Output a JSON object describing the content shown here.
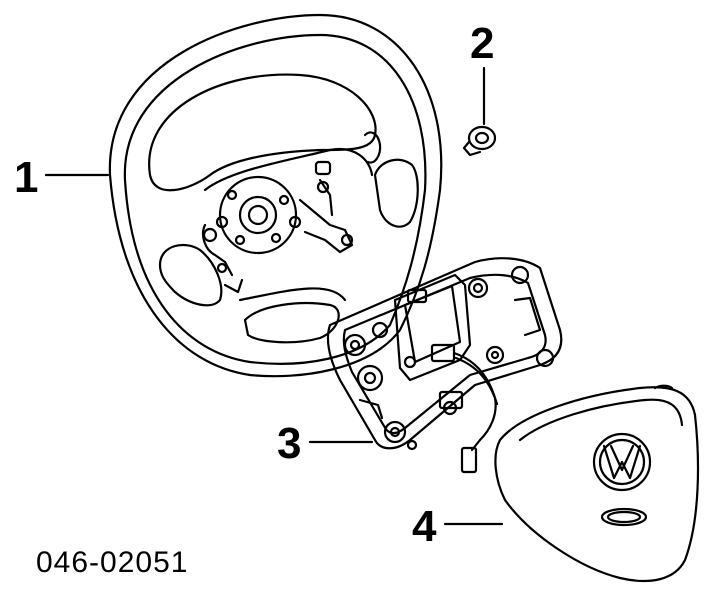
{
  "callouts": [
    {
      "label": "1"
    },
    {
      "label": "2"
    },
    {
      "label": "3"
    },
    {
      "label": "4"
    }
  ],
  "part_code": "046-02051",
  "colors": {
    "line": "#000000",
    "background": "#ffffff"
  }
}
